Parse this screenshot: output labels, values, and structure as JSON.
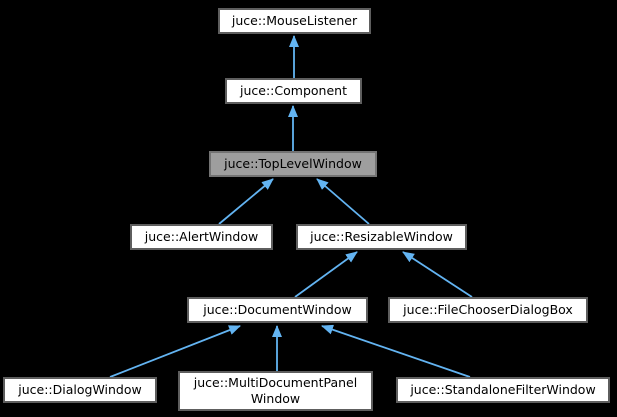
{
  "colors": {
    "background": "#000000",
    "node_fill": "#ffffff",
    "node_border": "#5e5e5e",
    "highlight_fill": "#9e9e9e",
    "highlight_border": "#737373",
    "edge": "#63b4f2",
    "text": "#000000"
  },
  "diagram": {
    "type": "class-inheritance-graph",
    "nodes": [
      {
        "label": "juce::MouseListener",
        "highlighted": false
      },
      {
        "label": "juce::Component",
        "highlighted": false
      },
      {
        "label": "juce::TopLevelWindow",
        "highlighted": true
      },
      {
        "label": "juce::AlertWindow",
        "highlighted": false
      },
      {
        "label": "juce::ResizableWindow",
        "highlighted": false
      },
      {
        "label": "juce::DocumentWindow",
        "highlighted": false
      },
      {
        "label": "juce::FileChooserDialogBox",
        "highlighted": false
      },
      {
        "label": "juce::DialogWindow",
        "highlighted": false
      },
      {
        "label": "juce::MultiDocumentPanel\nWindow",
        "highlighted": false
      },
      {
        "label": "juce::StandaloneFilterWindow",
        "highlighted": false
      }
    ],
    "edges": [
      {
        "from": "juce::Component",
        "to": "juce::MouseListener"
      },
      {
        "from": "juce::TopLevelWindow",
        "to": "juce::Component"
      },
      {
        "from": "juce::AlertWindow",
        "to": "juce::TopLevelWindow"
      },
      {
        "from": "juce::ResizableWindow",
        "to": "juce::TopLevelWindow"
      },
      {
        "from": "juce::DocumentWindow",
        "to": "juce::ResizableWindow"
      },
      {
        "from": "juce::FileChooserDialogBox",
        "to": "juce::ResizableWindow"
      },
      {
        "from": "juce::DialogWindow",
        "to": "juce::DocumentWindow"
      },
      {
        "from": "juce::MultiDocumentPanelWindow",
        "to": "juce::DocumentWindow"
      },
      {
        "from": "juce::StandaloneFilterWindow",
        "to": "juce::DocumentWindow"
      }
    ]
  }
}
